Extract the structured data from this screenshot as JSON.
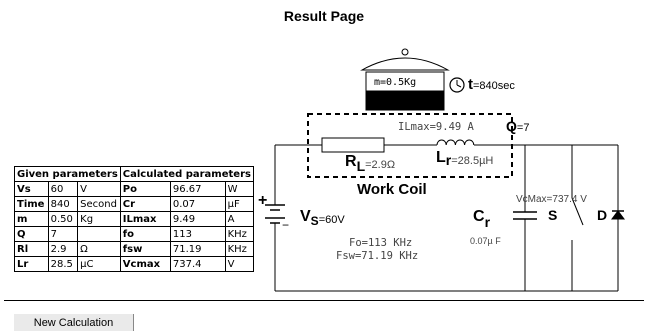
{
  "page_title": "Result Page",
  "given": {
    "header": "Given parameters",
    "rows": [
      {
        "name": "Vs",
        "value": "60",
        "unit": "V"
      },
      {
        "name": "Time",
        "value": "840",
        "unit": "Second"
      },
      {
        "name": "m",
        "value": "0.50",
        "unit": "Kg"
      },
      {
        "name": "Q",
        "value": "7",
        "unit": ""
      },
      {
        "name": "Rl",
        "value": "2.9",
        "unit": "Ω"
      },
      {
        "name": "Lr",
        "value": "28.5",
        "unit": "µC"
      }
    ]
  },
  "calculated": {
    "header": "Calculated parameters",
    "rows": [
      {
        "name": "Po",
        "value": "96.67",
        "unit": "W"
      },
      {
        "name": "Cr",
        "value": "0.07",
        "unit": "µF"
      },
      {
        "name": "ILmax",
        "value": "9.49",
        "unit": "A"
      },
      {
        "name": "fo",
        "value": "113",
        "unit": "KHz"
      },
      {
        "name": "fsw",
        "value": "71.19",
        "unit": "KHz"
      },
      {
        "name": "Vcmax",
        "value": "737.4",
        "unit": "V"
      }
    ]
  },
  "diagram": {
    "mass_label": "m=0.5Kg",
    "time_symbol": "t",
    "time_value": "=840sec",
    "ilmax_label": "ILmax=9.49 A",
    "q_symbol": "Q",
    "q_value": "=7",
    "rl_main": "R",
    "rl_sub": "L",
    "rl_value": "=2.9Ω",
    "lr_main": "L",
    "lr_sub": "r",
    "lr_value": "=28.5µH",
    "work_coil": "Work Coil",
    "plus": "+",
    "minus": "−",
    "vs_main": "V",
    "vs_sub": "S",
    "vs_value": "=60V",
    "fo_label": "Fo=113 KHz",
    "fsw_label": "Fsw=71.19 KHz",
    "cr_main": "C",
    "cr_sub": "r",
    "cr_value": "0.07µ F",
    "vcmax_label": "VcMax=737.4 V",
    "s_label": "S",
    "d_label": "D"
  },
  "actions": {
    "new_calculation": "New Calculation"
  }
}
